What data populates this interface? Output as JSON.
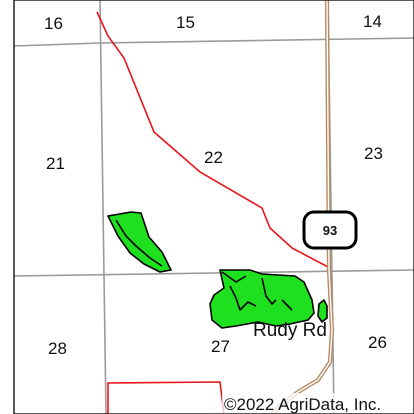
{
  "sections": [
    {
      "id": "sec-16",
      "label": "16"
    },
    {
      "id": "sec-15",
      "label": "15"
    },
    {
      "id": "sec-14",
      "label": "14"
    },
    {
      "id": "sec-21",
      "label": "21"
    },
    {
      "id": "sec-22",
      "label": "22"
    },
    {
      "id": "sec-23",
      "label": "23"
    },
    {
      "id": "sec-28",
      "label": "28"
    },
    {
      "id": "sec-27",
      "label": "27"
    },
    {
      "id": "sec-26",
      "label": "26"
    }
  ],
  "highway": {
    "number": "93"
  },
  "road": {
    "name": "Rudy Rd"
  },
  "copyright": "©2022 AgriData, Inc.",
  "colors": {
    "section_line": "#9a9a9a",
    "boundary_red": "#e8151b",
    "highway_brown": "#b58a64",
    "field_green": "#1fe01f",
    "field_outline": "#000000",
    "frame_border": "#222222"
  },
  "icons": [
    "highway-shield-icon"
  ]
}
